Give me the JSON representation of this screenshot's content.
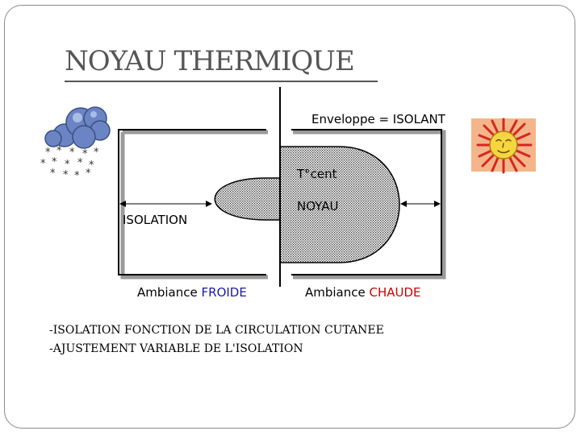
{
  "slide": {
    "title": "NOYAU THERMIQUE",
    "envelope_label": "Enveloppe = ISOLANT",
    "temp_label": "T°cent",
    "core_label": "NOYAU",
    "isolation_label": "ISOLATION",
    "ambiance_cold": {
      "prefix": "Ambiance ",
      "word": "FROIDE",
      "color": "#1a1aa6"
    },
    "ambiance_hot": {
      "prefix": "Ambiance ",
      "word": "CHAUDE",
      "color": "#cc0000"
    },
    "footer_lines": [
      "-ISOLATION FONCTION DE LA CIRCULATION CUTANEE",
      "-AJUSTEMENT VARIABLE DE L'ISOLATION"
    ]
  },
  "icons": {
    "weather_cold": "snow-cloud-icon",
    "weather_hot": "sun-icon"
  }
}
